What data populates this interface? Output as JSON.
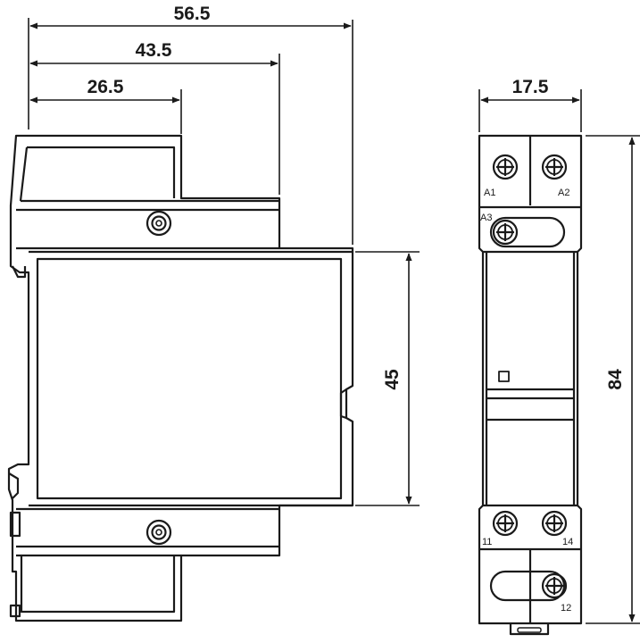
{
  "dimensions": {
    "overall_depth": "56.5",
    "mid_depth": "43.5",
    "front_depth": "26.5",
    "width": "17.5",
    "front_height": "45",
    "overall_height": "84"
  },
  "terminals": {
    "a1": "A1",
    "a2": "A2",
    "a3": "A3",
    "t11": "11",
    "t14": "14",
    "t12": "12"
  }
}
